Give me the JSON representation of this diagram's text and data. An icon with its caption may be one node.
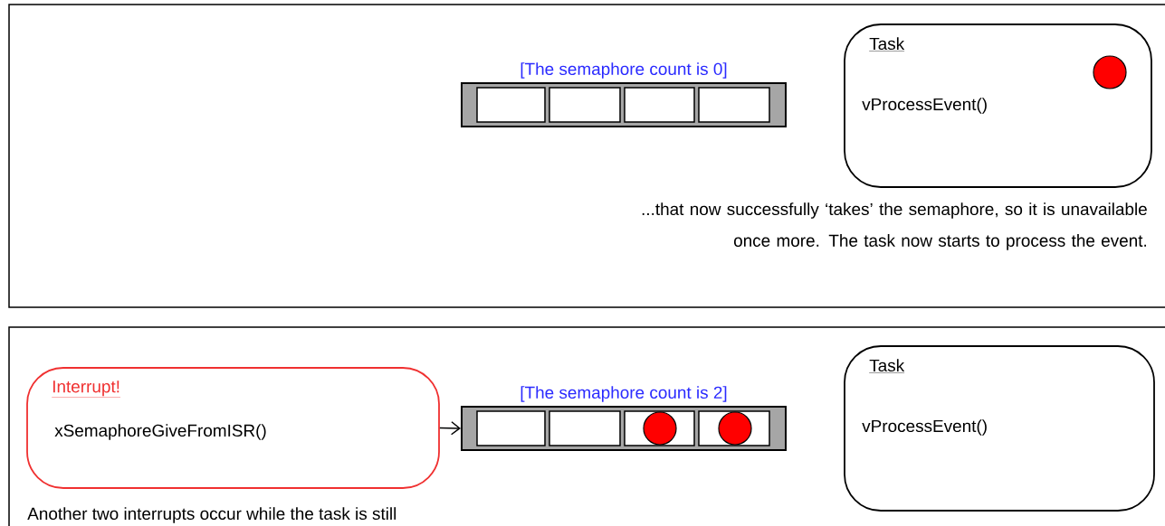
{
  "diagram": {
    "nodes": [
      {
        "text": [],
        "shape": "box"
      },
      {
        "text": [
          "[The semaphore count is 0]"
        ],
        "in": 0
      },
      {
        "text": [
          "Task",
          "vProcessEvent()"
        ],
        "in": 0
      },
      {
        "text": [],
        "shape": "box"
      },
      {
        "text": [
          "Interrupt!",
          "xSemaphoreGiveFromISR()"
        ],
        "in": 3
      },
      {
        "text": [
          "[The semaphore count is 2]"
        ],
        "in": 3
      },
      {
        "text": [
          "Task",
          "vProcessEvent()"
        ],
        "in": 3
      }
    ],
    "edges": [
      {
        "from": 4,
        "to": 5,
        "arrow": "to"
      }
    ],
    "labels": [
      "...that now successfully ‘takes’ the semaphore, so it is unavailable once more. The task now starts to process the event.",
      "Another two interrupts occur while the task is still"
    ]
  }
}
